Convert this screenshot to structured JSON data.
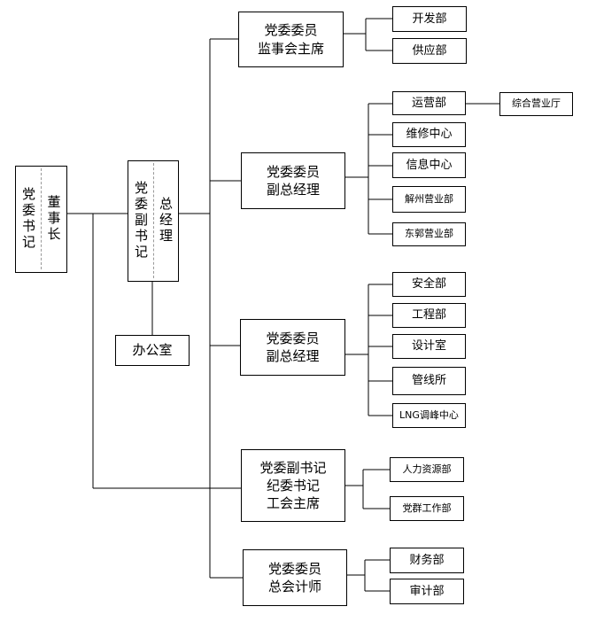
{
  "left_box": {
    "col1": "党委书记",
    "col2": "董事长"
  },
  "second_box": {
    "col1": "党委副书记",
    "col2": "总经理"
  },
  "office": "办公室",
  "leaders": [
    {
      "label": "党委委员\n监事会主席",
      "depts": [
        "开发部",
        "供应部"
      ]
    },
    {
      "label": "党委委员\n副总经理",
      "depts": [
        "运营部",
        "维修中心",
        "信息中心",
        "解州营业部",
        "东郭营业部"
      ],
      "sub": "综合营业厅"
    },
    {
      "label": "党委委员\n副总经理",
      "depts": [
        "安全部",
        "工程部",
        "设计室",
        "管线所",
        "LNG调峰中心"
      ]
    },
    {
      "label": "党委副书记\n纪委书记\n工会主席",
      "depts": [
        "人力资源部",
        "党群工作部"
      ]
    },
    {
      "label": "党委委员\n总会计师",
      "depts": [
        "财务部",
        "审计部"
      ]
    }
  ]
}
